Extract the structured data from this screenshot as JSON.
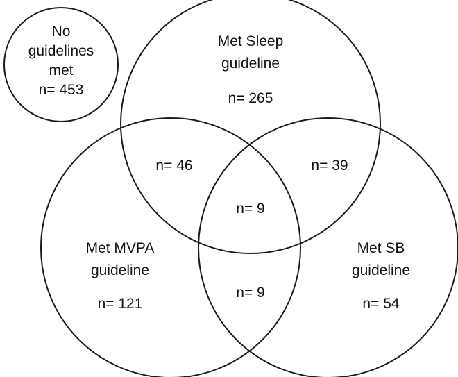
{
  "diagram": {
    "no_guidelines": {
      "line1": "No",
      "line2": "guidelines",
      "line3": "met",
      "count": "n= 453"
    },
    "sleep": {
      "line1": "Met Sleep",
      "line2": "guideline",
      "count": "n= 265"
    },
    "mvpa": {
      "line1": "Met MVPA",
      "line2": "guideline",
      "count": "n= 121"
    },
    "sb": {
      "line1": "Met SB",
      "line2": "guideline",
      "count": "n= 54"
    },
    "overlaps": {
      "sleep_mvpa": "n= 46",
      "sleep_sb": "n= 39",
      "mvpa_sb": "n= 9",
      "all_three": "n= 9"
    }
  }
}
